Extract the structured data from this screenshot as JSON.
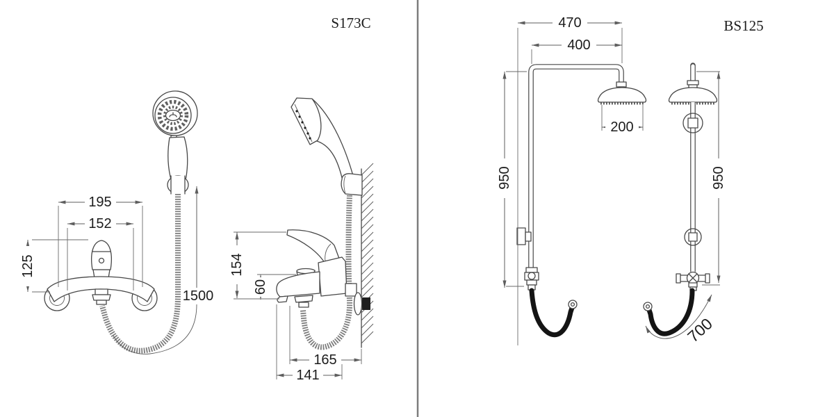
{
  "sheet": {
    "divider_color": "#7c7c7c",
    "line_color": "#474747",
    "background": "#ffffff"
  },
  "left": {
    "model": "S173C",
    "front_dims": {
      "width_outer": "195",
      "width_inner": "152",
      "body_height": "125",
      "hose_length": "1500"
    },
    "side_dims": {
      "total_height": "154",
      "spout_height": "60",
      "depth_to_wall": "165",
      "spout_depth": "141"
    }
  },
  "right": {
    "model": "BS125",
    "front_dims": {
      "arm_outer": "470",
      "arm_inner": "400",
      "head_diameter": "200",
      "column_height": "950"
    },
    "side_dims": {
      "column_height": "950",
      "hose_length": "700"
    }
  }
}
